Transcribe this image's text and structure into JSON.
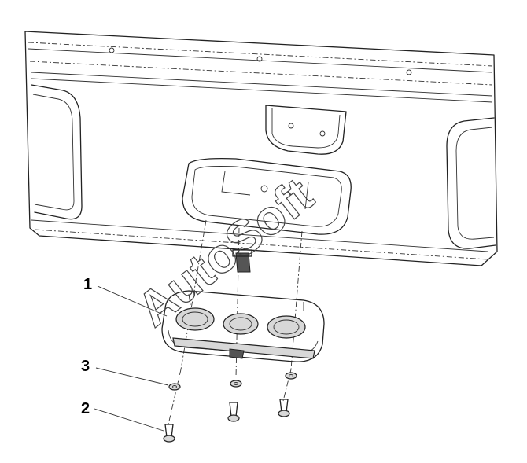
{
  "diagram": {
    "callouts": [
      {
        "id": "1",
        "label": "1"
      },
      {
        "id": "3",
        "label": "3"
      },
      {
        "id": "2",
        "label": "2"
      }
    ],
    "watermark": "AutoSoft"
  }
}
